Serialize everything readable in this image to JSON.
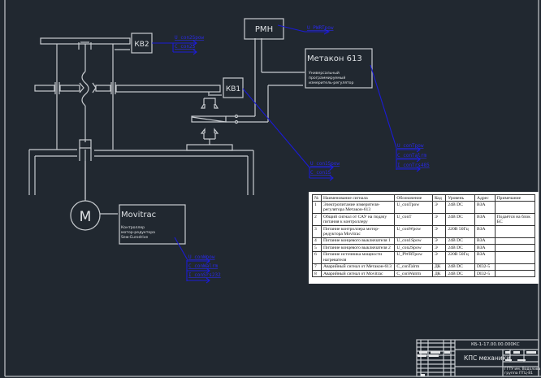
{
  "diagram": {
    "blocks": {
      "kv2": "КВ2",
      "kv1": "КВ1",
      "rmn": "РМН",
      "metakon": {
        "title": "Метакон 613",
        "description": [
          "Универсальный",
          "программируемый",
          "измеритель-регулятор"
        ]
      },
      "motor": "M",
      "movitrac": {
        "title": "Movitrac",
        "description": [
          "Контроллер",
          "мотор-редуктора",
          "Sew-Eurodrive"
        ]
      }
    },
    "signal_tags": {
      "kv2": [
        "U_con2Spow",
        "C_con2S"
      ],
      "rmn": [
        "U_PWRTpow"
      ],
      "kv1": [
        "U_con1Spow",
        "C_con1S"
      ],
      "metakon": [
        "U_conTpow",
        "C_conTalrm",
        "I_conTrs485"
      ],
      "movitrac": [
        "U_conWpow",
        "C_conWalrm",
        "I_conSrs232"
      ]
    },
    "colors": {
      "background": "#212830",
      "lines": "#c8ccd0",
      "signal": "#1b1bd6"
    }
  },
  "signal_table": {
    "headers": [
      "№",
      "Наименование сигнала",
      "Обозначение",
      "Код",
      "Уровень",
      "Адрес",
      "Примечание"
    ],
    "rows": [
      [
        "1",
        "Электропитание измерителя-регулятора Метакон-613",
        "U_conTpow",
        "Э",
        "24В DC",
        "ВЗА",
        ""
      ],
      [
        "2",
        "Общий сигнал от САУ на подачу питания к контроллеру",
        "U_conT",
        "Э",
        "24В DC",
        "ВЗА",
        "Подаётся на блок БС"
      ],
      [
        "3",
        "Питание контроллера мотор-редуктора Movitrac",
        "U_conWpow",
        "Э",
        "220В 50Гц",
        "ВЗА",
        ""
      ],
      [
        "4",
        "Питание концевого выключателя 1",
        "U_con1Spow",
        "Э",
        "24В DC",
        "ВЗА",
        ""
      ],
      [
        "5",
        "Питание концевого выключателя 2",
        "U_con2Spow",
        "Э",
        "24В DC",
        "ВЗА",
        ""
      ],
      [
        "6",
        "Питание источника мощности нагревателя",
        "U_PWRTpow",
        "Э",
        "220В 50Гц",
        "ВЗА",
        ""
      ],
      [
        "7",
        "Аварийный сигнал от Метакон-613",
        "C_conTalrm",
        "ДК",
        "24В DC",
        "DI32-5",
        ""
      ],
      [
        "8",
        "Аварийный сигнал от Movitrac",
        "C_conWalrm",
        "ДК",
        "24В DC",
        "DI32-5",
        ""
      ]
    ]
  },
  "title_block": {
    "document_code": "КБ-1-17.00.00.000КС",
    "title": "КПС механики",
    "organization": [
      "ГГТУ им. Водолова",
      "группа ПТЦ-81"
    ]
  }
}
